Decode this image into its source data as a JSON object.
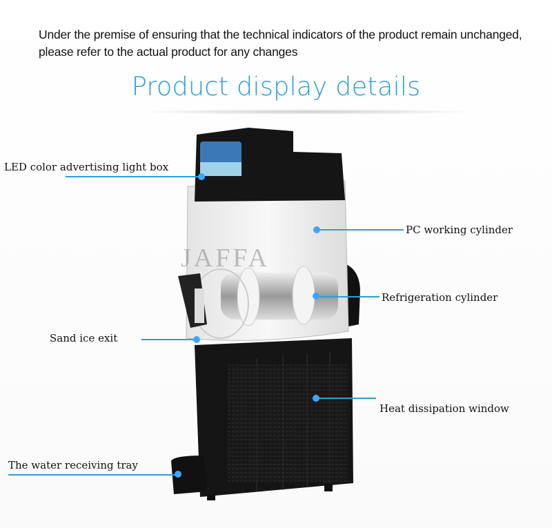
{
  "notice": "Under the premise of ensuring that the technical indicators of the product remain unchanged, please refer to the actual product for any changes",
  "title": "Product display details",
  "watermark": "JAFFA",
  "accent_color": "#2a9fd8",
  "labels": {
    "led": "LED color advertising light box",
    "pc": "PC working cylinder",
    "refrigeration": "Refrigeration cylinder",
    "exit": "Sand ice exit",
    "heat": "Heat dissipation window",
    "tray": "The water receiving tray"
  }
}
